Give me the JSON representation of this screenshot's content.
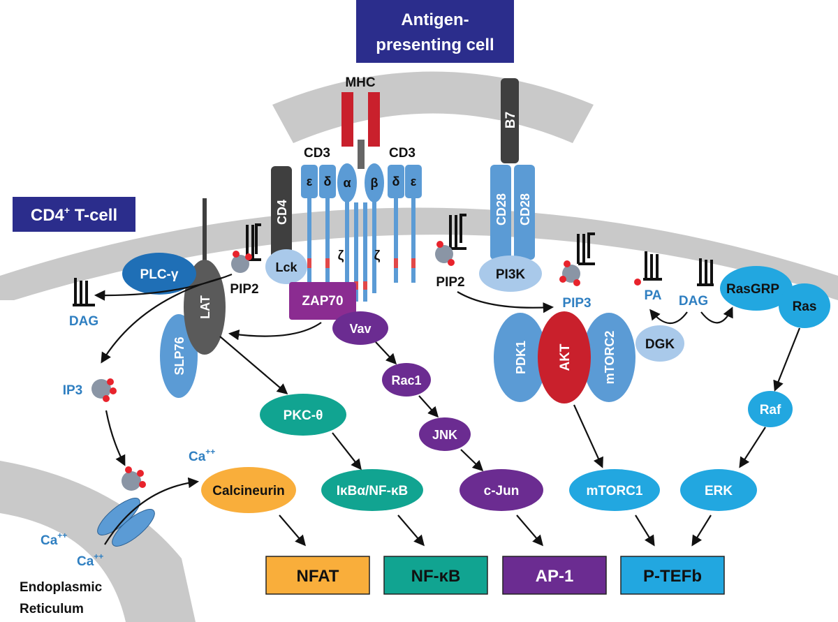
{
  "colors": {
    "navy": "#2b2d8c",
    "membrane": "#c9c9c9",
    "blue_mid": "#5b9bd5",
    "blue_light": "#a9c9ea",
    "blue_dark": "#1f6fb6",
    "sky": "#22a7e0",
    "purple": "#6b2c91",
    "teal": "#11a491",
    "red": "#c9202c",
    "orange": "#f9ae3b",
    "dark_gray": "#3f3f3f",
    "gray_ball": "#8a95a5",
    "phosphate": "#e8232c"
  },
  "cells": {
    "apc_line1": "Antigen-",
    "apc_line2": "presenting cell",
    "tcell": "CD4",
    "tcell_sup": "+",
    "tcell_rest": " T-cell",
    "er_line1": "Endoplasmic",
    "er_line2": "Reticulum"
  },
  "receptors": {
    "mhc": "MHC",
    "b7": "B7",
    "cd3_left": "CD3",
    "cd3_right": "CD3",
    "epsilon": "ε",
    "delta": "δ",
    "alpha": "α",
    "beta": "β",
    "zeta": "ζ",
    "cd4": "CD4",
    "cd28": "CD28"
  },
  "molecules": {
    "plc": "PLC-γ",
    "lat": "LAT",
    "slp76": "SLP76",
    "lck": "Lck",
    "zap70": "ZAP70",
    "vav": "Vav",
    "rac1": "Rac1",
    "jnk": "JNK",
    "cjun": "c-Jun",
    "pkc": "PKC-θ",
    "ikb": "IκBα/NF-κB",
    "calcineurin": "Calcineurin",
    "pi3k": "PI3K",
    "pdk1": "PDK1",
    "akt": "AKT",
    "mtorc2": "mTORC2",
    "mtorc1": "mTORC1",
    "dgk": "DGK",
    "rasgrp": "RasGRP",
    "ras": "Ras",
    "raf": "Raf",
    "erk": "ERK"
  },
  "lipids": {
    "pip2_left": "PIP2",
    "pip2_right": "PIP2",
    "pip3": "PIP3",
    "dag_left": "DAG",
    "dag_right": "DAG",
    "ip3": "IP3",
    "pa": "PA",
    "ca_top": "Ca",
    "ca_mid": "Ca",
    "ca_bottom": "Ca",
    "ca_sup": "++"
  },
  "transcription_factors": {
    "nfat": "NFAT",
    "nfkb": "NF-κB",
    "ap1": "AP-1",
    "ptefb": "P-TEFb"
  }
}
